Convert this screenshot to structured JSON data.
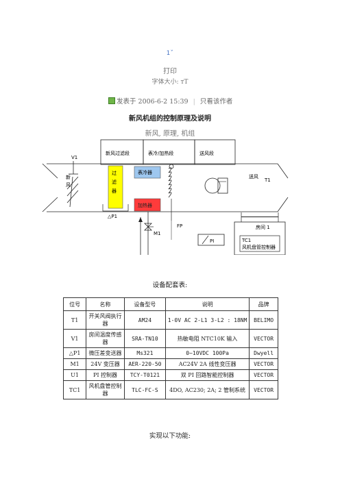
{
  "top": {
    "marker": "1ˇ",
    "print_label": "打印",
    "font_size_label": "字体大小: тT",
    "post_info": "发表于 2006-6-2 15:39",
    "separator": "|",
    "view_author": "只看该作者"
  },
  "article": {
    "title": "新风机组的控制原理及说明",
    "tags": "新风, 原理, 机组"
  },
  "diagram": {
    "sections": [
      "新风过滤段",
      "表冷/加热段",
      "送风段"
    ],
    "labels": {
      "v1": "V1",
      "fresh_air": "新\n风",
      "filter": "过\n滤\n器",
      "dp": "△P1",
      "cooler": "表冷器",
      "heater": "加热器",
      "m1": "M1",
      "fp": "FP",
      "pi": "PI",
      "supply_air": "送风",
      "t1": "T1",
      "room": "房间 1",
      "tc1": "TC1",
      "fan_coil_ctrl": "风机盘管控制器"
    },
    "colors": {
      "filter": "#ffff00",
      "cooler": "#9ec7ef",
      "heater": "#ff3b3b"
    }
  },
  "equipment": {
    "caption": "设备配套表:",
    "headers": [
      "位号",
      "名称",
      "设备型号",
      "说明",
      "品牌"
    ],
    "rows": [
      [
        "T1",
        "开关风阀执行器",
        "AM24",
        "1-0V AC 2-L1 3-L2 : 18NM",
        "BELIMO"
      ],
      [
        "V1",
        "房间温度传感器",
        "SRA-TN10",
        "热敏电阻 NTC10K 输入",
        "VECTOR"
      ],
      [
        "△P1",
        "微压差变送器",
        "Ms321",
        "0~10VDC 100Pa",
        "Dwyell"
      ],
      [
        "M1",
        "24V 变压器",
        "AER-220-50",
        "AC24V 2A 线性变压器",
        "VECTOR"
      ],
      [
        "U1",
        "PI 控制器",
        "TCY-T0121",
        "双 PI 回路智能控制器",
        "VECTOR"
      ],
      [
        "TC1",
        "风机盘管控制器",
        "TLC-FC-S",
        "4DO, AC230; 2A; 2 管制系统",
        "VECTOR"
      ]
    ]
  },
  "footer": {
    "functions_label": "实现以下功能:"
  }
}
